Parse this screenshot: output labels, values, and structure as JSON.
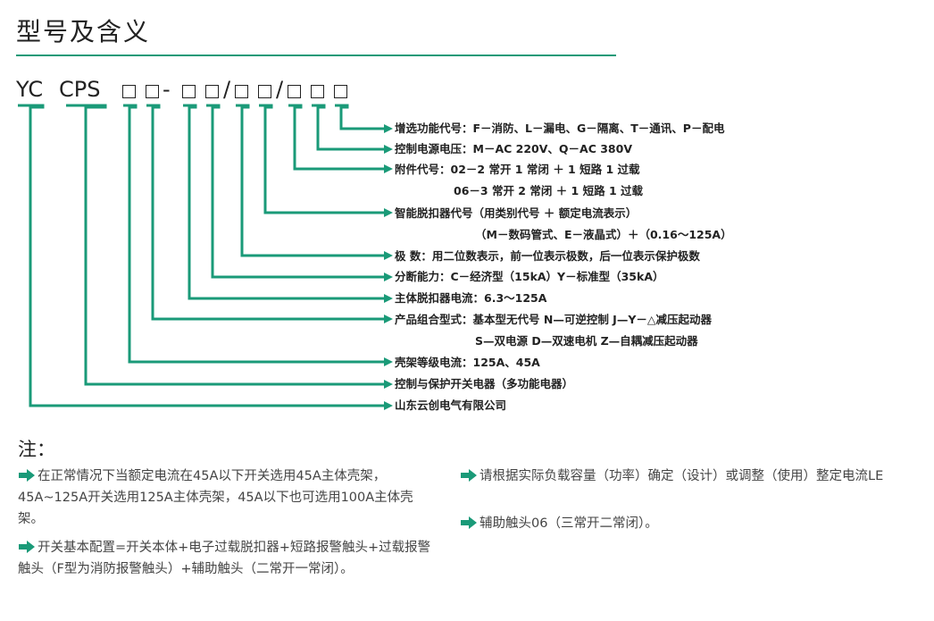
{
  "title": "型号及含义",
  "code": {
    "brand": "YC",
    "series": "CPS",
    "dash": "-",
    "slash1": "/",
    "slash2": "/"
  },
  "descriptions": [
    "增选功能代号：F－消防、L－漏电、G－隔离、T－通讯、P－配电",
    "控制电源电压：M－AC 220V、Q－AC 380V",
    "附件代号：02－2 常开 1 常闭 ＋ 1 短路 1 过载",
    "06－3 常开 2 常闭 ＋ 1 短路 1 过载",
    "智能脱扣器代号（用类别代号 ＋ 额定电流表示）",
    "（M－数码管式、E－液晶式）＋（0.16～125A）",
    "极 数：用二位数表示，前一位表示极数，后一位表示保护极数",
    "分断能力：C－经济型（15kA）Y－标准型（35kA）",
    "主体脱扣器电流：6.3～125A",
    "产品组合型式：基本型无代号 N—可逆控制 J—Y－△减压起动器",
    "S—双电源 D—双速电机 Z—自耦减压起动器",
    "壳架等级电流：125A、45A",
    "控制与保护开关电器（多功能电器）",
    "山东云创电气有限公司"
  ],
  "notes_title": "注：",
  "notes": [
    "在正常情况下当额定电流在45A以下开关选用45A主体壳架，45A~125A开关选用125A主体壳架，45A以下也可选用100A主体壳架。",
    "开关基本配置=开关本体+电子过载脱扣器+短路报警触头+过载报警触头（F型为消防报警触头）+辅助触头（二常开一常闭）。",
    "请根据实际负载容量（功率）确定（设计）或调整（使用）整定电流LE",
    "辅助触头06（三常开二常闭）。"
  ],
  "colors": {
    "accent": "#1a9a78",
    "text": "#222222"
  }
}
